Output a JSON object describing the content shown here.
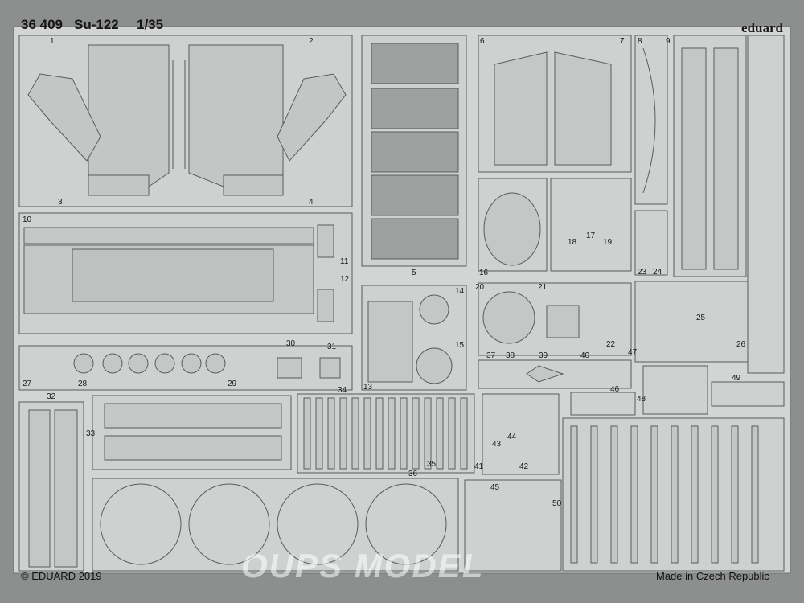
{
  "header": {
    "code": "36 409",
    "name": "Su-122",
    "scale": "1/35",
    "brand": "eduard"
  },
  "footer": {
    "copyright": "© EDUARD 2019",
    "made_in": "Made in Czech Republic"
  },
  "watermark": "OUPS MODEL",
  "part_numbers": [
    "1",
    "2",
    "3",
    "4",
    "5",
    "6",
    "7",
    "8",
    "9",
    "10",
    "11",
    "12",
    "13",
    "14",
    "15",
    "16",
    "17",
    "18",
    "19",
    "20",
    "21",
    "22",
    "23",
    "24",
    "25",
    "26",
    "27",
    "28",
    "29",
    "30",
    "31",
    "32",
    "33",
    "34",
    "35",
    "36",
    "37",
    "38",
    "39",
    "40",
    "41",
    "42",
    "43",
    "44",
    "45",
    "46",
    "47",
    "48",
    "49",
    "50"
  ],
  "colors": {
    "background": "#8d8f8e",
    "fret": "#d3d5d4",
    "outline": "#5a5c5b",
    "text": "#151515"
  }
}
